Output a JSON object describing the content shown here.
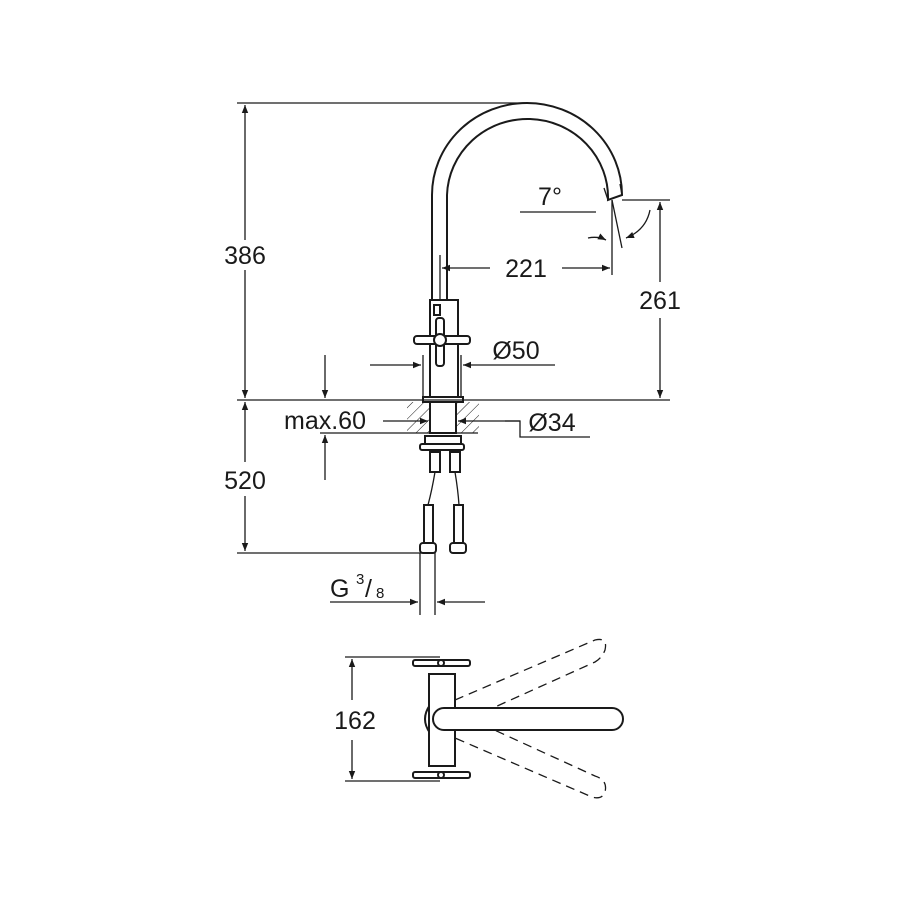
{
  "drawing": {
    "title": "Faucet dimension drawing",
    "dimensions": {
      "total_height": "386",
      "below_counter": "520",
      "spout_reach": "221",
      "spout_height": "261",
      "spout_angle": "7°",
      "base_diameter": "Ø50",
      "hole_diameter": "Ø34",
      "max_thickness": "max.60",
      "connection_main": "G",
      "connection_num": "3",
      "connection_sep": "/",
      "connection_den": "8",
      "handle_span": "162"
    },
    "line_color": "#1a1a1a"
  }
}
